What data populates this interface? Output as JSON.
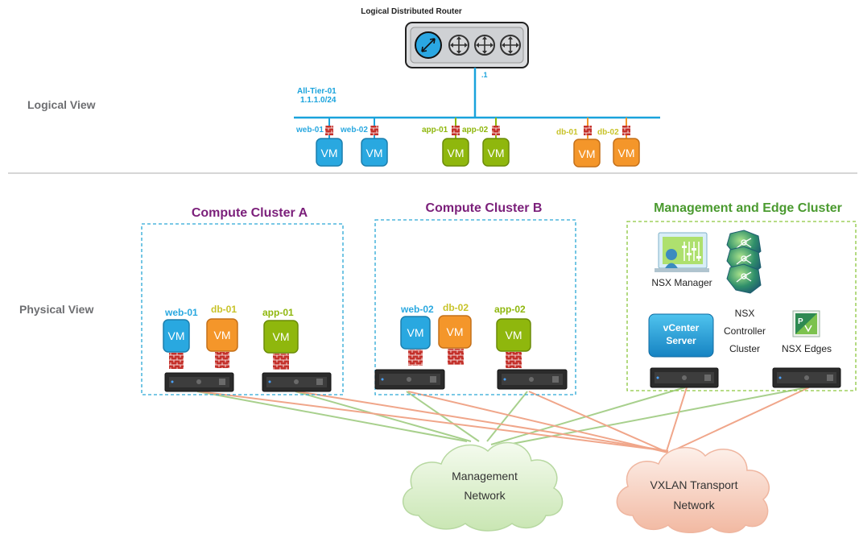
{
  "router": {
    "title": "Logical Distributed Router",
    "uplink_label": ".1"
  },
  "logical": {
    "section_label": "Logical View",
    "segment": {
      "name": "All-Tier-01",
      "cidr": "1.1.1.0/24"
    },
    "vms": [
      {
        "name": "web-01",
        "tier": "web"
      },
      {
        "name": "web-02",
        "tier": "web"
      },
      {
        "name": "app-01",
        "tier": "app"
      },
      {
        "name": "app-02",
        "tier": "app"
      },
      {
        "name": "db-01",
        "tier": "db"
      },
      {
        "name": "db-02",
        "tier": "db"
      }
    ]
  },
  "physical": {
    "section_label": "Physical View",
    "clusters": [
      {
        "title": "Compute Cluster A",
        "vms": [
          "web-01",
          "db-01",
          "app-01"
        ]
      },
      {
        "title": "Compute Cluster B",
        "vms": [
          "web-02",
          "db-02",
          "app-02"
        ]
      },
      {
        "title": "Management and Edge Cluster"
      }
    ],
    "mgmt": {
      "nsx_manager": "NSX Manager",
      "controller_line1": "NSX",
      "controller_line2": "Controller",
      "controller_line3": "Cluster",
      "vcenter_line1": "vCenter",
      "vcenter_line2": "Server",
      "nsx_edges": "NSX Edges"
    }
  },
  "vm_label": "VM",
  "networks": {
    "management_line1": "Management",
    "management_line2": "Network",
    "vxlan_line1": "VXLAN Transport",
    "vxlan_line2": "Network"
  },
  "colors": {
    "web": "#29a8e0",
    "app": "#8fb70d",
    "db": "#f4962a",
    "cluster_title_compute": "#7b1f7a",
    "cluster_title_mgmt": "#4a9a2f",
    "compute_border": "#2aa7d5",
    "mgmt_border": "#8cc63f",
    "link_line": "#1aa3dc",
    "mgmt_net_line": "#a8d08d",
    "vxlan_net_line": "#f0a68a"
  }
}
